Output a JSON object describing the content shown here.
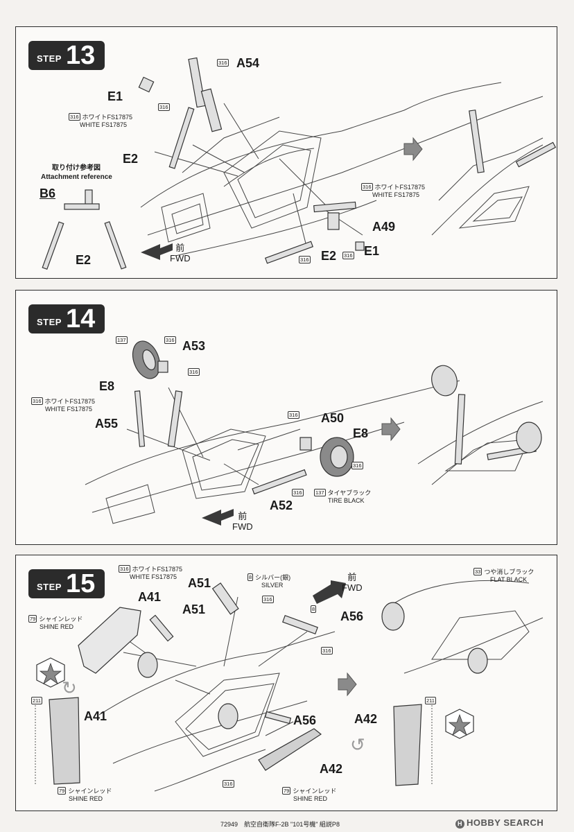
{
  "steps": [
    {
      "number": "13",
      "word": "STEP",
      "parts": {
        "a54": "A54",
        "e1_left": "E1",
        "e2_left": "E2",
        "b6": "B6",
        "e2_ref": "E2",
        "a49": "A49",
        "e2_right": "E2",
        "e1_right": "E1"
      },
      "ref_title_jp": "取り付け参考図",
      "ref_title_en": "Attachment reference",
      "fwd_jp": "前",
      "fwd_en": "FWD",
      "paint_left": {
        "code": "316",
        "jp": "ホワイトFS17875",
        "en": "WHITE FS17875"
      },
      "paint_right": {
        "code": "316",
        "jp": "ホワイトFS17875",
        "en": "WHITE FS17875"
      },
      "codes": [
        "316",
        "316",
        "316",
        "316"
      ]
    },
    {
      "number": "14",
      "word": "STEP",
      "parts": {
        "a53": "A53",
        "e8_left": "E8",
        "a55": "A55",
        "a50": "A50",
        "e8_right": "E8",
        "a52": "A52"
      },
      "fwd_jp": "前",
      "fwd_en": "FWD",
      "paint_white": {
        "code": "316",
        "jp": "ホワイトFS17875",
        "en": "WHITE FS17875"
      },
      "paint_tire": {
        "code": "137",
        "jp": "タイヤブラック",
        "en": "TIRE BLACK"
      },
      "codes": [
        "137",
        "316",
        "316",
        "316",
        "316",
        "316"
      ]
    },
    {
      "number": "15",
      "word": "STEP",
      "parts": {
        "a51_top": "A51",
        "a41_top": "A41",
        "a51_mid": "A51",
        "a56_top": "A56",
        "a41_left": "A41",
        "a56_mid": "A56",
        "a42_mid": "A42",
        "a42_right": "A42"
      },
      "fwd_jp": "前",
      "fwd_en": "FWD",
      "paint_white": {
        "code": "316",
        "jp": "ホワイトFS17875",
        "en": "WHITE FS17875"
      },
      "paint_silver": {
        "code": "8",
        "jp": "シルバー(銀)",
        "en": "SILVER"
      },
      "paint_flat": {
        "code": "33",
        "jp": "つや消しブラック",
        "en": "FLAT BLACK"
      },
      "paint_red1": {
        "code": "79",
        "jp": "シャインレッド",
        "en": "SHINE RED"
      },
      "paint_red2": {
        "code": "79",
        "jp": "シャインレッド",
        "en": "SHINE RED"
      },
      "paint_red3": {
        "code": "79",
        "jp": "シャインレッド",
        "en": "SHINE RED"
      },
      "codes": [
        "8",
        "316",
        "316",
        "211",
        "211",
        "316"
      ]
    }
  ],
  "footer": {
    "text": "72949　航空自衛隊F-2B \"101号機\" 組説P8",
    "watermark": "HOBBY SEARCH",
    "watermark_mark": "H"
  },
  "colors": {
    "badge": "#2b2b2b",
    "arrow": "#8a8a8a",
    "part_fill": "#d8d8d8"
  }
}
